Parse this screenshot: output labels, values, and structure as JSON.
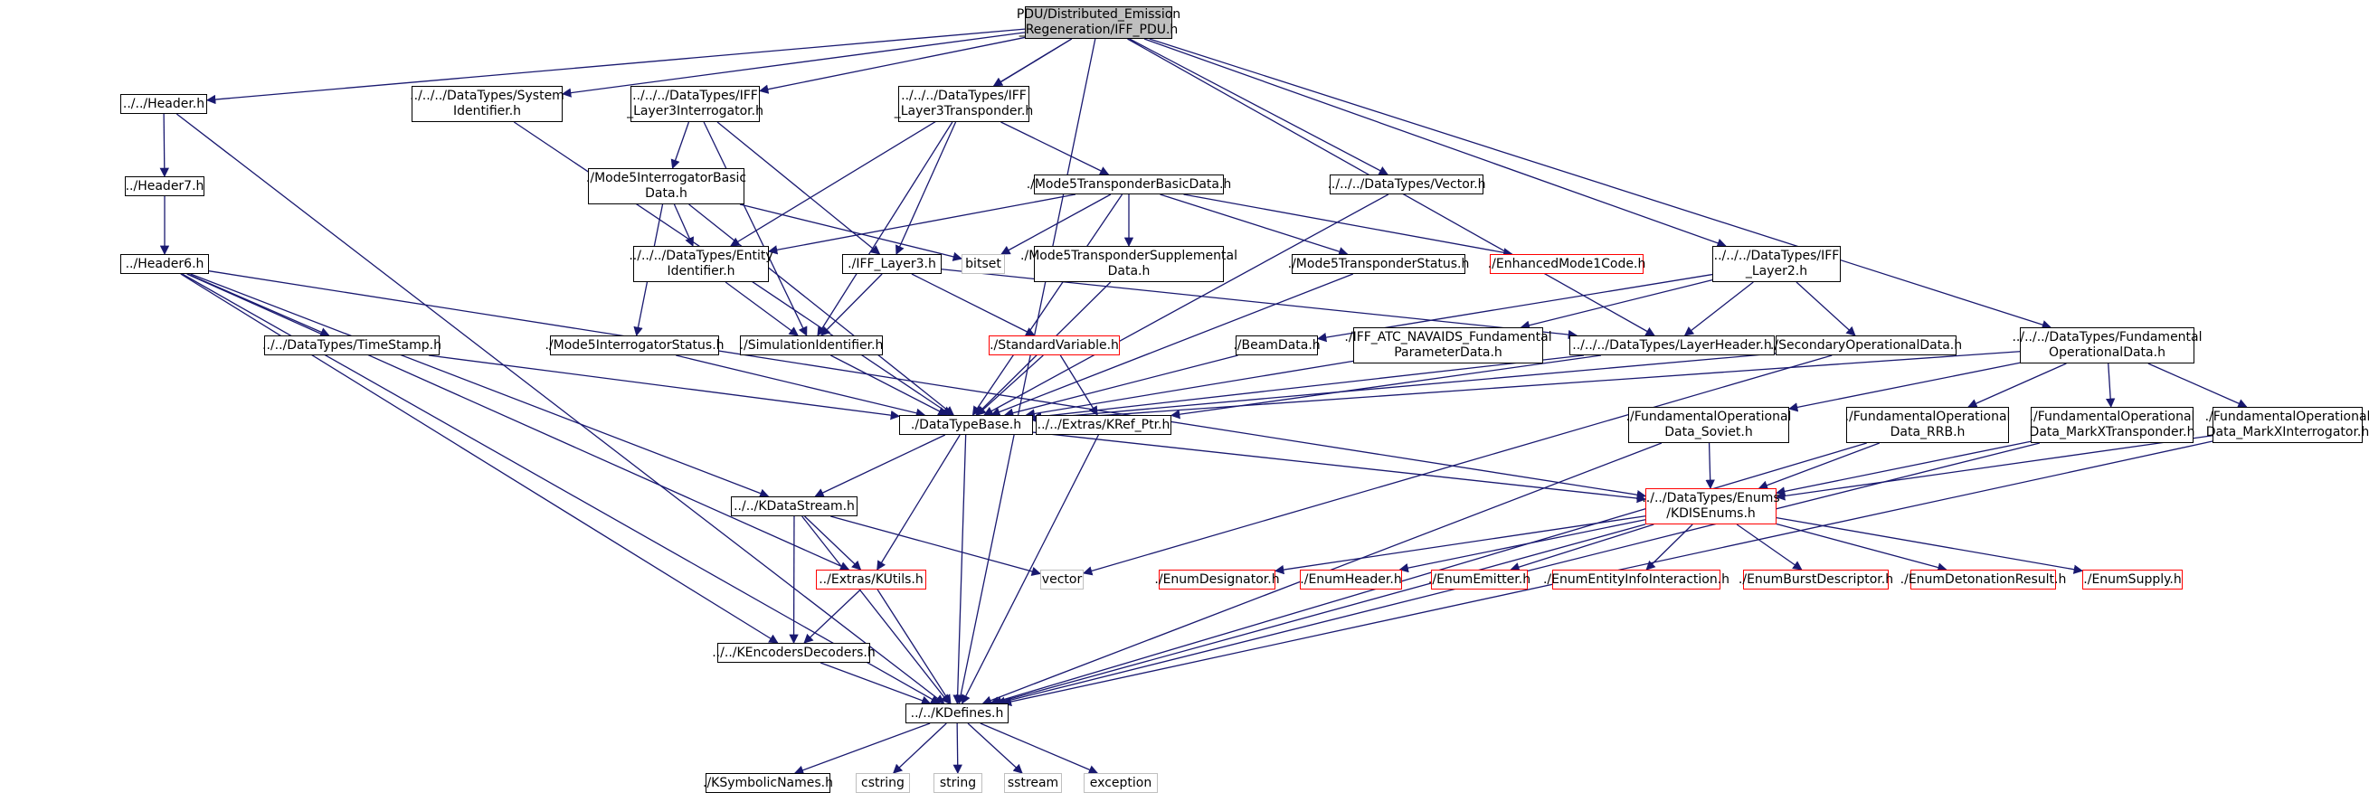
{
  "diagram": {
    "type": "include-dependency-graph",
    "root": "n0",
    "nodes": [
      {
        "id": "n0",
        "label": "PDU/Distributed_Emission\n_Regeneration/IFF_PDU.h",
        "style": "root"
      },
      {
        "id": "n1",
        "label": "../../Header.h",
        "style": "normal"
      },
      {
        "id": "n2",
        "label": "../../../DataTypes/System\nIdentifier.h",
        "style": "normal"
      },
      {
        "id": "n3",
        "label": "../../../DataTypes/IFF\n_Layer3Interrogator.h",
        "style": "normal"
      },
      {
        "id": "n4",
        "label": "../../../DataTypes/IFF\n_Layer3Transponder.h",
        "style": "normal"
      },
      {
        "id": "n5",
        "label": "../Header7.h",
        "style": "normal"
      },
      {
        "id": "n6",
        "label": "./Mode5InterrogatorBasic\nData.h",
        "style": "normal"
      },
      {
        "id": "n7",
        "label": "./Mode5TransponderBasicData.h",
        "style": "normal"
      },
      {
        "id": "n8",
        "label": "../../../DataTypes/Vector.h",
        "style": "normal"
      },
      {
        "id": "n9",
        "label": "bitset",
        "style": "external"
      },
      {
        "id": "n10",
        "label": "../Header6.h",
        "style": "normal"
      },
      {
        "id": "n11",
        "label": "../../../DataTypes/Entity\nIdentifier.h",
        "style": "normal"
      },
      {
        "id": "n12",
        "label": "./IFF_Layer3.h",
        "style": "normal"
      },
      {
        "id": "n13",
        "label": "./Mode5TransponderSupplemental\nData.h",
        "style": "normal"
      },
      {
        "id": "n14",
        "label": "./Mode5TransponderStatus.h",
        "style": "normal"
      },
      {
        "id": "n15",
        "label": "./EnhancedMode1Code.h",
        "style": "missing"
      },
      {
        "id": "n16",
        "label": "../../../DataTypes/IFF\n_Layer2.h",
        "style": "normal"
      },
      {
        "id": "n17",
        "label": "../../DataTypes/TimeStamp.h",
        "style": "normal"
      },
      {
        "id": "n18",
        "label": "./Mode5InterrogatorStatus.h",
        "style": "normal"
      },
      {
        "id": "n19",
        "label": "./SimulationIdentifier.h",
        "style": "normal"
      },
      {
        "id": "n20",
        "label": "./StandardVariable.h",
        "style": "missing"
      },
      {
        "id": "n21",
        "label": "./BeamData.h",
        "style": "normal"
      },
      {
        "id": "n22",
        "label": "./IFF_ATC_NAVAIDS_Fundamental\nParameterData.h",
        "style": "normal"
      },
      {
        "id": "n23",
        "label": "../../../DataTypes/LayerHeader.h",
        "style": "normal"
      },
      {
        "id": "n24",
        "label": "./SecondaryOperationalData.h",
        "style": "normal"
      },
      {
        "id": "n25",
        "label": "../../../DataTypes/Fundamental\nOperationalData.h",
        "style": "normal"
      },
      {
        "id": "n26",
        "label": "./DataTypeBase.h",
        "style": "normal"
      },
      {
        "id": "n27",
        "label": "../../Extras/KRef_Ptr.h",
        "style": "normal"
      },
      {
        "id": "n28",
        "label": "./FundamentalOperational\nData_Soviet.h",
        "style": "normal"
      },
      {
        "id": "n29",
        "label": "./FundamentalOperational\nData_RRB.h",
        "style": "normal"
      },
      {
        "id": "n30",
        "label": "./FundamentalOperational\nData_MarkXTransponder.h",
        "style": "normal"
      },
      {
        "id": "n31",
        "label": "./FundamentalOperational\nData_MarkXInterrogator.h",
        "style": "normal"
      },
      {
        "id": "n32",
        "label": "../../KDataStream.h",
        "style": "normal"
      },
      {
        "id": "n33",
        "label": "../../DataTypes/Enums\n/KDISEnums.h",
        "style": "missing"
      },
      {
        "id": "n34",
        "label": "../Extras/KUtils.h",
        "style": "missing"
      },
      {
        "id": "n35",
        "label": "vector",
        "style": "external"
      },
      {
        "id": "n36",
        "label": "./EnumDesignator.h",
        "style": "missing"
      },
      {
        "id": "n37",
        "label": "./EnumHeader.h",
        "style": "missing"
      },
      {
        "id": "n38",
        "label": "./EnumEmitter.h",
        "style": "missing"
      },
      {
        "id": "n39",
        "label": "./EnumEntityInfoInteraction.h",
        "style": "missing"
      },
      {
        "id": "n40",
        "label": "./EnumBurstDescriptor.h",
        "style": "missing"
      },
      {
        "id": "n41",
        "label": "./EnumDetonationResult.h",
        "style": "missing"
      },
      {
        "id": "n42",
        "label": "./EnumSupply.h",
        "style": "missing"
      },
      {
        "id": "n43",
        "label": "../../KEncodersDecoders.h",
        "style": "normal"
      },
      {
        "id": "n44",
        "label": "../../KDefines.h",
        "style": "normal"
      },
      {
        "id": "n45",
        "label": "./KSymbolicNames.h",
        "style": "normal"
      },
      {
        "id": "n46",
        "label": "cstring",
        "style": "external"
      },
      {
        "id": "n47",
        "label": "string",
        "style": "external"
      },
      {
        "id": "n48",
        "label": "sstream",
        "style": "external"
      },
      {
        "id": "n49",
        "label": "exception",
        "style": "external"
      }
    ],
    "edges": [
      [
        "n0",
        "n1"
      ],
      [
        "n0",
        "n2"
      ],
      [
        "n0",
        "n3"
      ],
      [
        "n0",
        "n4"
      ],
      [
        "n0",
        "n8"
      ],
      [
        "n0",
        "n11"
      ],
      [
        "n0",
        "n16"
      ],
      [
        "n0",
        "n23"
      ],
      [
        "n0",
        "n25"
      ],
      [
        "n0",
        "n44"
      ],
      [
        "n1",
        "n5"
      ],
      [
        "n1",
        "n44"
      ],
      [
        "n5",
        "n10"
      ],
      [
        "n10",
        "n17"
      ],
      [
        "n10",
        "n32"
      ],
      [
        "n10",
        "n33"
      ],
      [
        "n10",
        "n34"
      ],
      [
        "n10",
        "n43"
      ],
      [
        "n10",
        "n44"
      ],
      [
        "n17",
        "n26"
      ],
      [
        "n2",
        "n26"
      ],
      [
        "n3",
        "n6"
      ],
      [
        "n3",
        "n12"
      ],
      [
        "n3",
        "n19"
      ],
      [
        "n4",
        "n7"
      ],
      [
        "n4",
        "n12"
      ],
      [
        "n4",
        "n19"
      ],
      [
        "n6",
        "n9"
      ],
      [
        "n6",
        "n11"
      ],
      [
        "n6",
        "n18"
      ],
      [
        "n6",
        "n26"
      ],
      [
        "n7",
        "n9"
      ],
      [
        "n7",
        "n11"
      ],
      [
        "n7",
        "n13"
      ],
      [
        "n7",
        "n14"
      ],
      [
        "n7",
        "n15"
      ],
      [
        "n7",
        "n26"
      ],
      [
        "n8",
        "n26"
      ],
      [
        "n11",
        "n19"
      ],
      [
        "n12",
        "n19"
      ],
      [
        "n12",
        "n20"
      ],
      [
        "n12",
        "n23"
      ],
      [
        "n13",
        "n26"
      ],
      [
        "n14",
        "n26"
      ],
      [
        "n18",
        "n26"
      ],
      [
        "n19",
        "n26"
      ],
      [
        "n20",
        "n26"
      ],
      [
        "n20",
        "n27"
      ],
      [
        "n16",
        "n21"
      ],
      [
        "n16",
        "n22"
      ],
      [
        "n16",
        "n23"
      ],
      [
        "n16",
        "n24"
      ],
      [
        "n21",
        "n26"
      ],
      [
        "n22",
        "n26"
      ],
      [
        "n23",
        "n26"
      ],
      [
        "n23",
        "n27"
      ],
      [
        "n24",
        "n26"
      ],
      [
        "n24",
        "n35"
      ],
      [
        "n25",
        "n28"
      ],
      [
        "n25",
        "n29"
      ],
      [
        "n25",
        "n30"
      ],
      [
        "n25",
        "n31"
      ],
      [
        "n25",
        "n26"
      ],
      [
        "n28",
        "n33"
      ],
      [
        "n28",
        "n44"
      ],
      [
        "n29",
        "n33"
      ],
      [
        "n29",
        "n44"
      ],
      [
        "n30",
        "n33"
      ],
      [
        "n30",
        "n44"
      ],
      [
        "n31",
        "n33"
      ],
      [
        "n31",
        "n44"
      ],
      [
        "n26",
        "n32"
      ],
      [
        "n26",
        "n33"
      ],
      [
        "n26",
        "n34"
      ],
      [
        "n26",
        "n44"
      ],
      [
        "n27",
        "n44"
      ],
      [
        "n32",
        "n34"
      ],
      [
        "n32",
        "n35"
      ],
      [
        "n32",
        "n43"
      ],
      [
        "n32",
        "n44"
      ],
      [
        "n34",
        "n43"
      ],
      [
        "n34",
        "n44"
      ],
      [
        "n43",
        "n44"
      ],
      [
        "n33",
        "n36"
      ],
      [
        "n33",
        "n37"
      ],
      [
        "n33",
        "n38"
      ],
      [
        "n33",
        "n39"
      ],
      [
        "n33",
        "n40"
      ],
      [
        "n33",
        "n41"
      ],
      [
        "n33",
        "n42"
      ],
      [
        "n33",
        "n44"
      ],
      [
        "n44",
        "n45"
      ],
      [
        "n44",
        "n46"
      ],
      [
        "n44",
        "n47"
      ],
      [
        "n44",
        "n48"
      ],
      [
        "n44",
        "n49"
      ]
    ],
    "colors": {
      "edge": "#191970",
      "node_border": "#000000",
      "missing_border": "#ff0000",
      "external_border": "#bfbfbf",
      "root_fill": "#bfbfbf"
    }
  }
}
